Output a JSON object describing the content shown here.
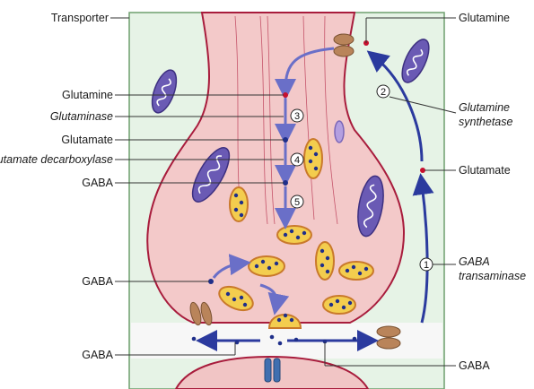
{
  "labels": {
    "transporter": "Transporter",
    "glutamine_left": "Glutamine",
    "glutaminase": "Glutaminase",
    "glutamate_left": "Glutamate",
    "glutamate_decarboxylase": "Glutamate decarboxylase",
    "gaba_left_upper": "GABA",
    "gaba_left_middle": "GABA",
    "gaba_left_lower": "GABA",
    "glutamine_right": "Glutamine",
    "glutamine_synthetase_line1": "Glutamine",
    "glutamine_synthetase_line2": "synthetase",
    "glutamate_right": "Glutamate",
    "gaba_transaminase_line1": "GABA",
    "gaba_transaminase_line2": "transaminase",
    "gaba_right": "GABA"
  },
  "steps": [
    "1",
    "2",
    "3",
    "4",
    "5"
  ],
  "colors": {
    "terminal_fill": "#f3c9c9",
    "terminal_border": "#a81c3c",
    "glia_fill": "#e6f3e6",
    "glia_border": "#6f9f6f",
    "mitochondria": "#6a5ab4",
    "vesicle_fill": "#f3cd4e",
    "vesicle_border": "#c9792b",
    "vesicle_dot": "#1f2f8a",
    "pathway_arrow": "#6a6fc8",
    "glial_arrow": "#2b3a9e",
    "transporter": "#b9845a",
    "receptor": "#3f6fb0"
  }
}
